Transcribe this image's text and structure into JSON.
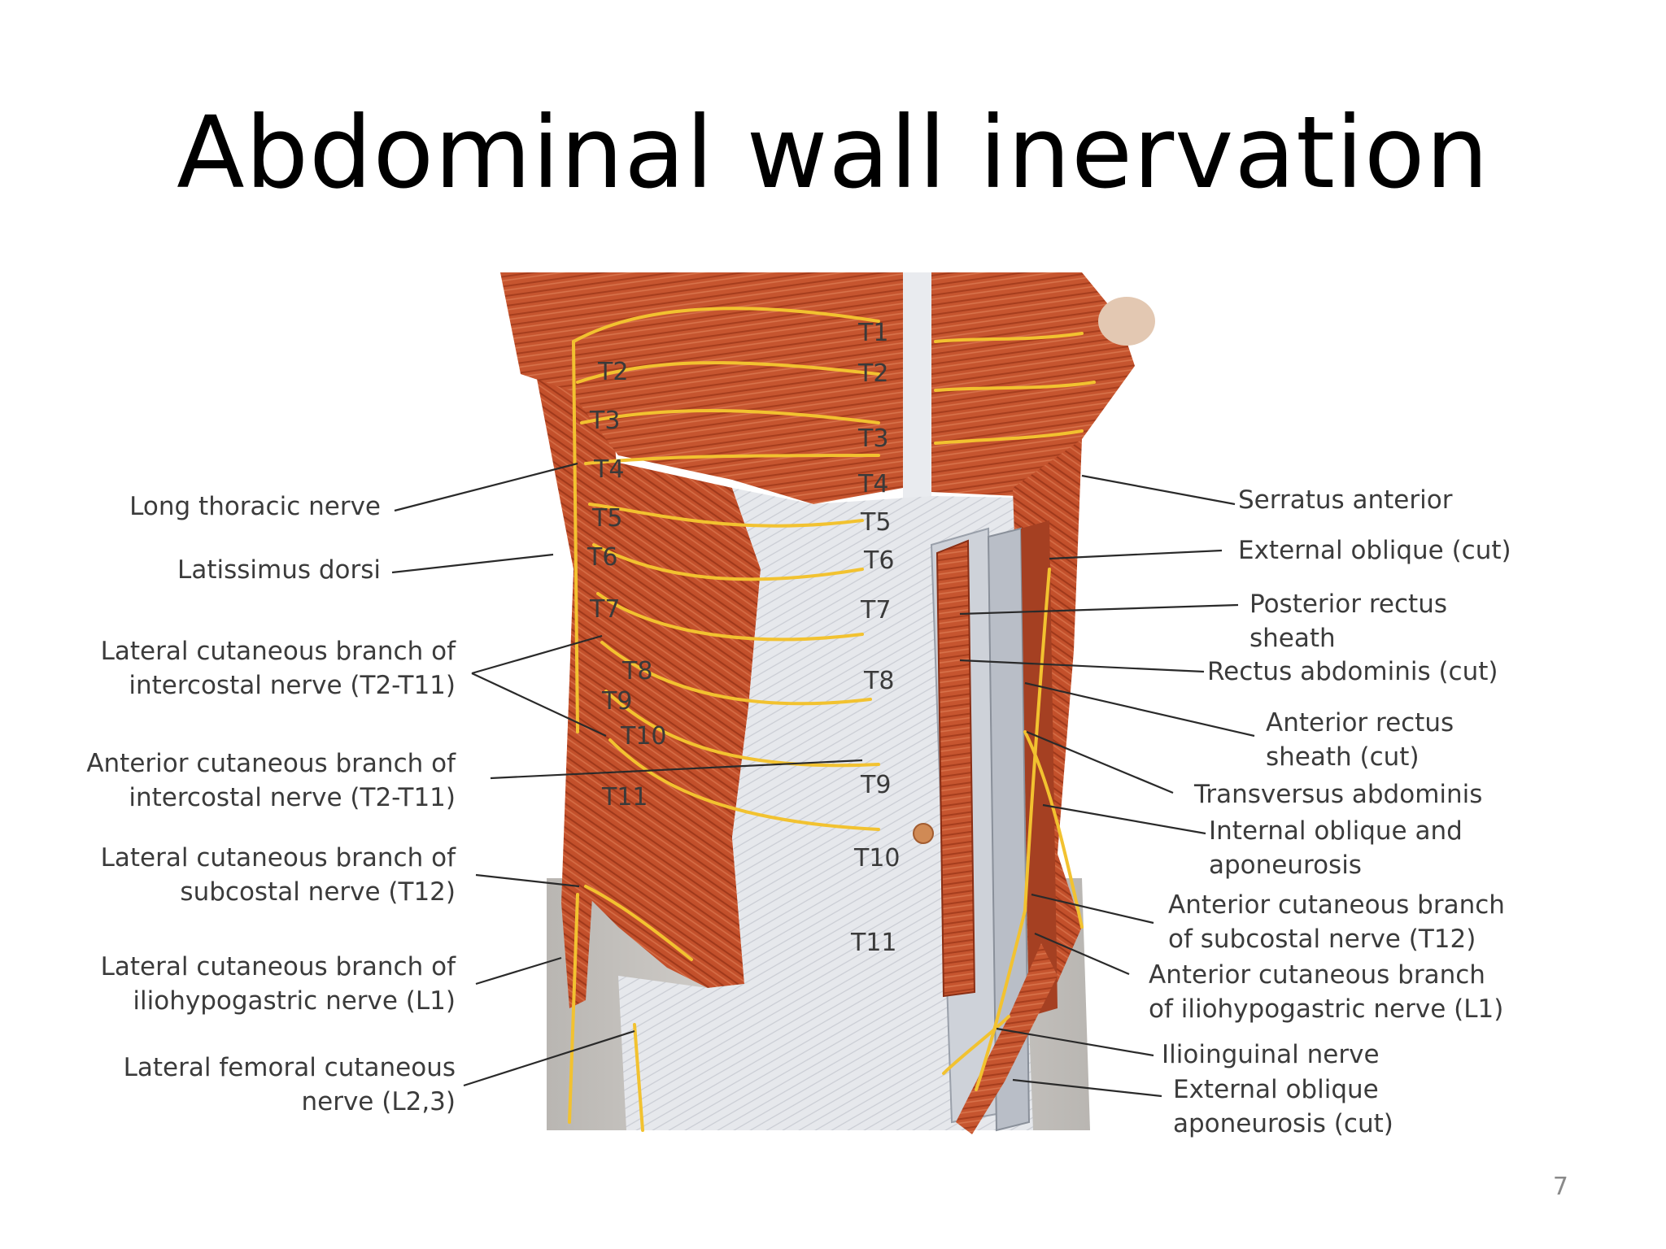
{
  "slide": {
    "title": "Abdominal wall inervation",
    "page_number": "7"
  },
  "labels_left": [
    {
      "id": "long-thoracic",
      "lines": [
        "Long thoracic nerve"
      ]
    },
    {
      "id": "latissimus",
      "lines": [
        "Latissimus dorsi"
      ]
    },
    {
      "id": "lat-cut-intercostal",
      "lines": [
        "Lateral cutaneous branch of",
        "intercostal nerve (T2-T11)"
      ]
    },
    {
      "id": "ant-cut-intercostal",
      "lines": [
        "Anterior cutaneous branch of",
        "intercostal nerve (T2-T11)"
      ]
    },
    {
      "id": "lat-cut-subcostal",
      "lines": [
        "Lateral cutaneous branch of",
        "subcostal nerve (T12)"
      ]
    },
    {
      "id": "lat-cut-iliohypo",
      "lines": [
        "Lateral cutaneous branch of",
        "iliohypogastric nerve (L1)"
      ]
    },
    {
      "id": "lat-femoral",
      "lines": [
        "Lateral femoral cutaneous",
        "nerve (L2,3)"
      ]
    }
  ],
  "labels_right": [
    {
      "id": "serratus",
      "lines": [
        "Serratus anterior"
      ]
    },
    {
      "id": "ext-oblique",
      "lines": [
        "External oblique (cut)"
      ]
    },
    {
      "id": "post-rectus",
      "lines": [
        "Posterior rectus",
        "sheath"
      ]
    },
    {
      "id": "rectus",
      "lines": [
        "Rectus abdominis (cut)"
      ]
    },
    {
      "id": "ant-rectus",
      "lines": [
        "Anterior rectus",
        "sheath (cut)"
      ]
    },
    {
      "id": "transversus",
      "lines": [
        "Transversus abdominis"
      ]
    },
    {
      "id": "int-oblique",
      "lines": [
        "Internal oblique and",
        "aponeurosis"
      ]
    },
    {
      "id": "ant-cut-subcostal",
      "lines": [
        "Anterior cutaneous branch",
        "of subcostal nerve (T12)"
      ]
    },
    {
      "id": "ant-cut-iliohypo",
      "lines": [
        "Anterior cutaneous branch",
        "of iliohypogastric nerve (L1)"
      ]
    },
    {
      "id": "ilioinguinal",
      "lines": [
        "Ilioinguinal nerve"
      ]
    },
    {
      "id": "ext-oblique-apo",
      "lines": [
        "External oblique",
        "aponeurosis (cut)"
      ]
    }
  ],
  "levels_midline": [
    "T1",
    "T2",
    "T3",
    "T4",
    "T5",
    "T6",
    "T7",
    "T8",
    "T9",
    "T10",
    "T11"
  ],
  "levels_lateral": [
    "T2",
    "T3",
    "T4",
    "T5",
    "T6",
    "T7",
    "T8",
    "T9",
    "T10",
    "T11"
  ],
  "colors": {
    "muscle": "#c4542e",
    "muscle_dark": "#9e3a1c",
    "fascia": "#e4e6ea",
    "nerve": "#f2c230",
    "leader": "#2a2a2a"
  }
}
